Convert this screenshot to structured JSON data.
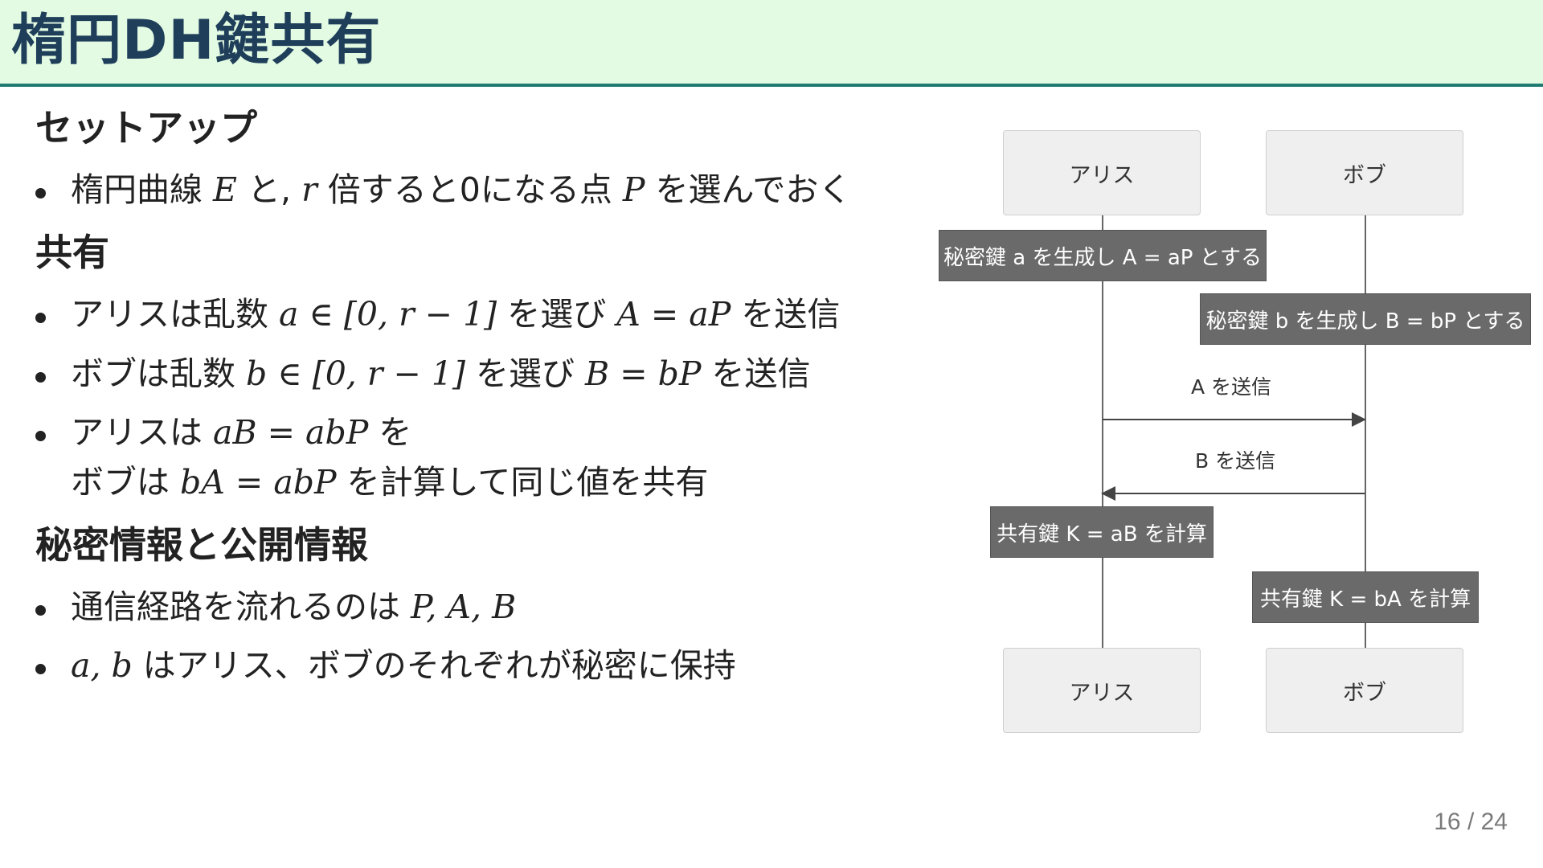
{
  "title": "楕円DH鍵共有",
  "sections": [
    {
      "heading": "セットアップ",
      "bullets": [
        [
          "楕円曲線 ",
          "E",
          " と, ",
          "r",
          " 倍すると0になる点 ",
          "P",
          " を選んでおく"
        ]
      ]
    },
    {
      "heading": "共有",
      "bullets": [
        [
          "アリスは乱数 ",
          "a ∈ [0, r − 1]",
          " を選び ",
          "A = aP",
          " を送信"
        ],
        [
          "ボブは乱数 ",
          "b ∈ [0, r − 1]",
          " を選び ",
          "B = bP",
          " を送信"
        ],
        [
          "アリスは ",
          "aB = abP",
          " を"
        ],
        [
          "ボブは ",
          "bA = abP",
          " を計算して同じ値を共有"
        ]
      ]
    },
    {
      "heading": "秘密情報と公開情報",
      "bullets": [
        [
          "通信経路を流れるのは ",
          "P, A, B",
          ""
        ],
        [
          "",
          "a, b",
          " はアリス、ボブのそれぞれが秘密に保持"
        ]
      ]
    }
  ],
  "diagram": {
    "actors": [
      "アリス",
      "ボブ"
    ],
    "notes": [
      "秘密鍵 a を生成し A = aP とする",
      "秘密鍵 b を生成し B = bP とする",
      "共有鍵 K = aB を計算",
      "共有鍵 K = bA を計算"
    ],
    "messages": [
      "A を送信",
      "B を送信"
    ]
  },
  "page_number": "16 / 24"
}
